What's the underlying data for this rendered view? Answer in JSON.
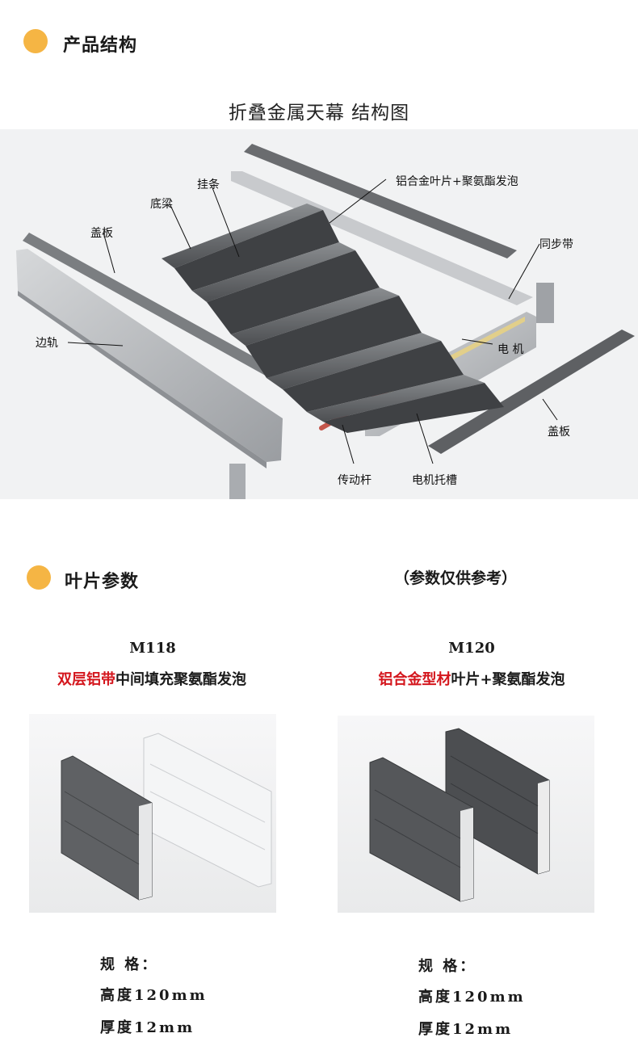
{
  "section1": {
    "title": "产品结构"
  },
  "diagram": {
    "title": "折叠金属天幕 结构图",
    "labels": {
      "blade_pu": "铝合金叶片+聚氨酯发泡",
      "hanger": "挂条",
      "bottom_beam": "底梁",
      "cover_left": "盖板",
      "sync_belt": "同步带",
      "side_rail": "边轨",
      "motor": "电 机",
      "cover_right": "盖板",
      "drive_rod": "传动杆",
      "motor_tray": "电机托槽"
    }
  },
  "section2": {
    "title": "叶片参数",
    "note": "（参数仅供参考）"
  },
  "products": [
    {
      "model": "M118",
      "desc_red": "双层铝带",
      "desc_rest": "中间填充聚氨酯发泡",
      "spec_title": "规 格：",
      "height": "高度120mm",
      "thickness": "厚度12mm"
    },
    {
      "model": "M120",
      "desc_red": "铝合金型材",
      "desc_rest": "叶片+聚氨酯发泡",
      "spec_title": "规 格：",
      "height": "高度120mm",
      "thickness": "厚度12mm"
    }
  ],
  "colors": {
    "accent_dot": "#f5b544",
    "highlight_red": "#d4161d",
    "metal_dark": "#5b5d60",
    "metal_light": "#b9bcc0"
  }
}
